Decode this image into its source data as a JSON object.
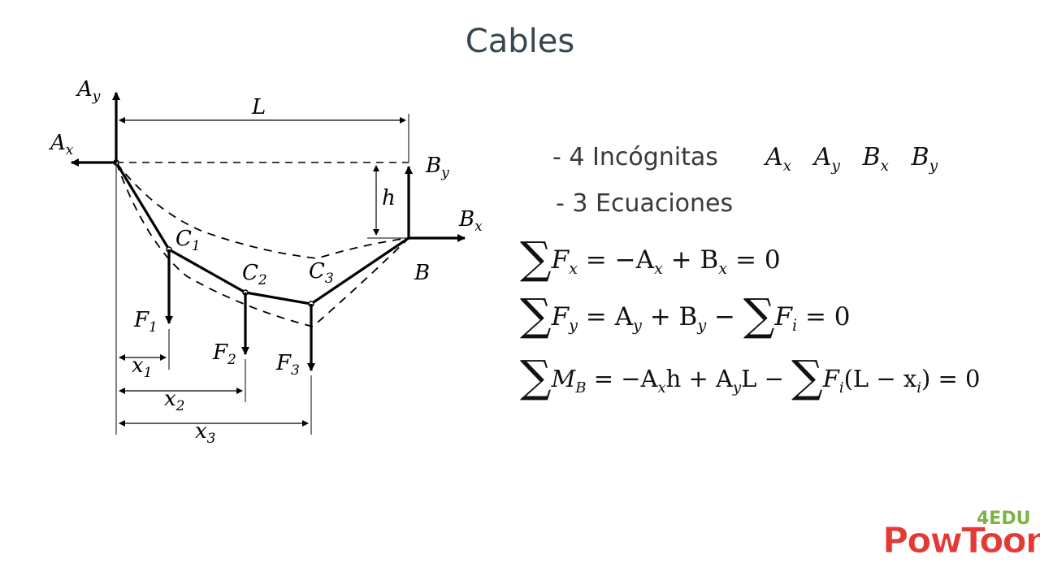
{
  "title": "Cables",
  "diagram_labels": {
    "Ay": "A",
    "Ay_sub": "y",
    "Ax": "A",
    "Ax_sub": "x",
    "L": "L",
    "h": "h",
    "By": "B",
    "By_sub": "y",
    "Bx": "B",
    "Bx_sub": "x",
    "B": "B",
    "C1": "C",
    "C1_sub": "1",
    "C2": "C",
    "C2_sub": "2",
    "C3": "C",
    "C3_sub": "3",
    "F1": "F",
    "F1_sub": "1",
    "F2": "F",
    "F2_sub": "2",
    "F3": "F",
    "F3_sub": "3",
    "x1": "x",
    "x1_sub": "1",
    "x2": "x",
    "x2_sub": "2",
    "x3": "x",
    "x3_sub": "3"
  },
  "bullets": {
    "unknowns_label": "- 4 Incógnitas",
    "equations_label": "- 3 Ecuaciones"
  },
  "unknowns": [
    "A",
    "x",
    "A",
    "y",
    "B",
    "x",
    "B",
    "y"
  ],
  "equations": {
    "eq1": {
      "sum": "∑",
      "lhs": "F",
      "lhs_sub": "x",
      "rhs": "= −A",
      "r1_sub": "x",
      "r2": " + B",
      "r2_sub": "x",
      "end": " = 0"
    },
    "eq2": {
      "sum": "∑",
      "lhs": "F",
      "lhs_sub": "y",
      "rhs": "= A",
      "r1_sub": "y",
      "r2": " + B",
      "r2_sub": "y",
      "r3": " − ",
      "sum2": "∑",
      "r4": "F",
      "r4_sub": "i",
      "end": " = 0"
    },
    "eq3": {
      "sum": "∑",
      "lhs": "M",
      "lhs_sub": "B",
      "rhs": "= −A",
      "r1_sub": "x",
      "r2": "h + A",
      "r2_sub": "y",
      "r3": "L − ",
      "sum2": "∑",
      "r4": "F",
      "r4_sub": "i",
      "r5": "(L − x",
      "r5_sub": "i",
      "end": ") = 0"
    }
  },
  "logo": {
    "main": "PowToon",
    "edu": "4EDU"
  }
}
